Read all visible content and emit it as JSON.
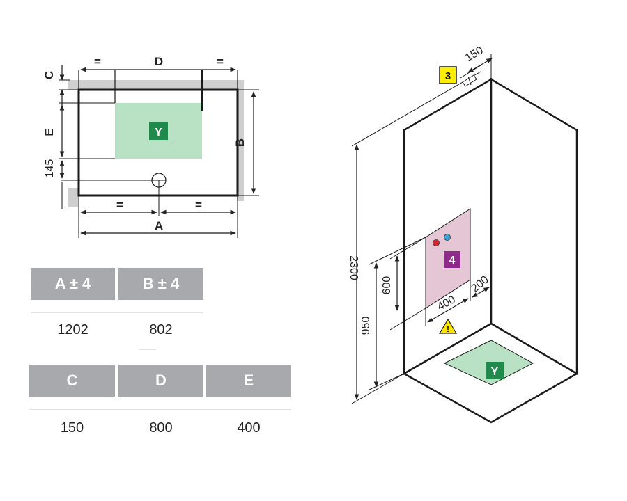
{
  "plan_view": {
    "label_equal_top_left": "=",
    "label_d": "D",
    "label_equal_top_right": "=",
    "label_c": "C",
    "label_e": "E",
    "label_145": "145",
    "label_b": "B",
    "label_equal_bottom_left": "=",
    "label_equal_bottom_right": "=",
    "label_a": "A",
    "badge_y": "Y"
  },
  "elevation_view": {
    "label_150": "150",
    "badge_3": "3",
    "label_2300": "2300",
    "label_950": "950",
    "label_600": "600",
    "label_400": "400",
    "label_200": "200",
    "badge_4": "4",
    "warning_symbol": "!",
    "badge_y": "Y"
  },
  "tables": {
    "row1_headers": [
      "A ± 4",
      "B ± 4"
    ],
    "row1_values": [
      "1202",
      "802"
    ],
    "row2_headers": [
      "C",
      "D",
      "E"
    ],
    "row2_values": [
      "150",
      "800",
      "400"
    ]
  },
  "colors": {
    "header_bg": "#a7a9ad",
    "y_zone": "#b9e2c5",
    "y_badge": "#1f8a4c",
    "panel_pink": "#e4c6d4",
    "badge_4": "#8e2a8a",
    "badge_3": "#ffee00",
    "warning": "#ffe600"
  }
}
